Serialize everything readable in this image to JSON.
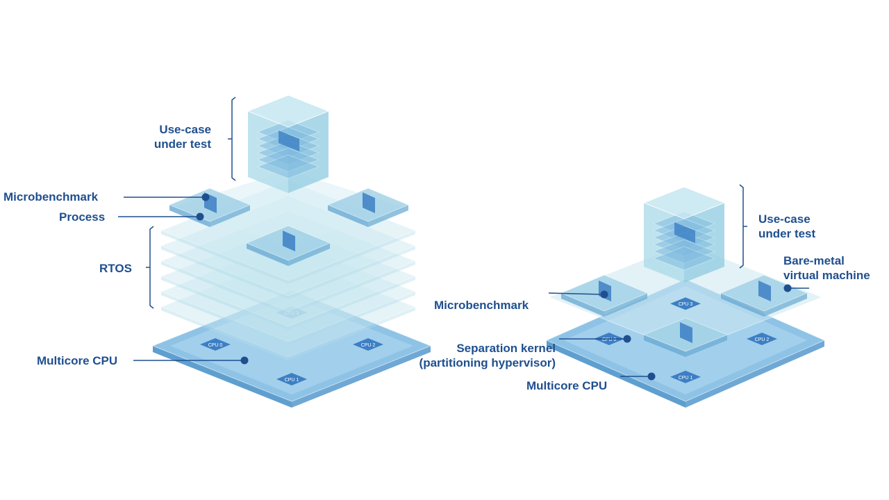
{
  "left_diagram": {
    "labels": {
      "use_case_1": "Use-case",
      "use_case_2": "under test",
      "microbenchmark": "Microbenchmark",
      "process": "Process",
      "rtos": "RTOS",
      "multicore_cpu": "Multicore CPU"
    },
    "cpu_cores": [
      "CPU 0",
      "CPU 1",
      "CPU 2",
      "CPU 3"
    ]
  },
  "right_diagram": {
    "labels": {
      "use_case_1": "Use-case",
      "use_case_2": "under test",
      "bare_metal_1": "Bare-metal",
      "bare_metal_2": "virtual machine",
      "microbenchmark": "Microbenchmark",
      "separation_kernel_1": "Separation kernel",
      "separation_kernel_2": "(partitioning hypervisor)",
      "multicore_cpu": "Multicore CPU"
    },
    "cpu_cores": [
      "CPU 0",
      "CPU 1",
      "CPU 2",
      "CPU 3"
    ]
  },
  "colors": {
    "label": "#1f4f8f",
    "cpu": "#7fb6dd",
    "layer": "#bfe3ec",
    "chip": "#3d7fc4"
  }
}
